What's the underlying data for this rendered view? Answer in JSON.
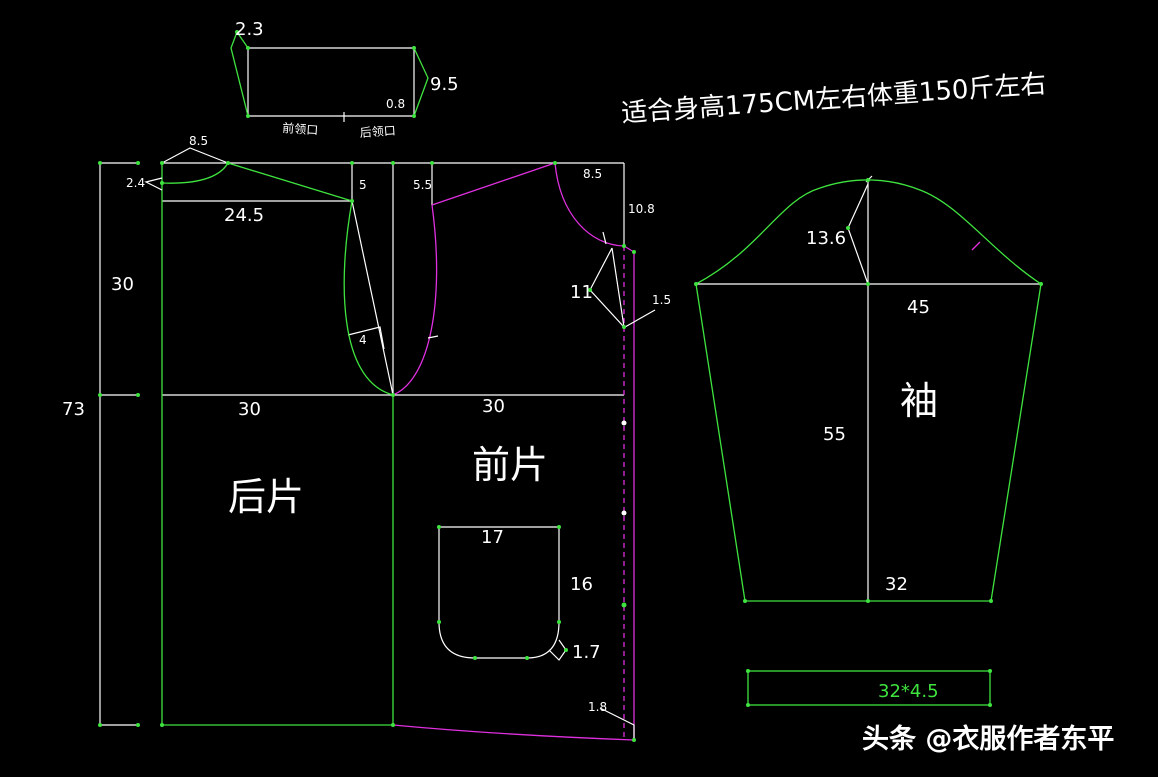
{
  "title": "适合身高175CM左右体重150斤左右",
  "watermark": "头条 @衣服作者东平",
  "colors": {
    "background": "#000000",
    "guide_lines": "#ffffff",
    "outline": "#3fe33f",
    "front_adjust": "#e030e0"
  },
  "collar": {
    "labels": {
      "height": "2.3",
      "side": "9.5",
      "offset": "0.8",
      "front_neck": "前领口",
      "back_neck": "后领口"
    }
  },
  "bodice": {
    "labels": {
      "back_neck_width": "8.5",
      "back_neck_depth": "2.4",
      "shoulder_width": "24.5",
      "armhole_depth": "30",
      "total_length": "73",
      "back_width": "30",
      "front_width": "30",
      "back_armhole_top": "5",
      "front_armhole_top": "5.5",
      "armhole_curve": "4",
      "front_neck_width": "8.5",
      "front_neck_depth": "10.8",
      "collar_point": "11",
      "placket": "1.5",
      "hem_drop": "1.8",
      "back_piece": "后片",
      "front_piece": "前片"
    }
  },
  "pocket": {
    "labels": {
      "width": "17",
      "height": "16",
      "corner": "1.7"
    }
  },
  "sleeve": {
    "labels": {
      "cap_height": "13.6",
      "width": "45",
      "length": "55",
      "cuff_width": "32",
      "name": "袖"
    }
  },
  "cuff": {
    "label": "32*4.5"
  }
}
